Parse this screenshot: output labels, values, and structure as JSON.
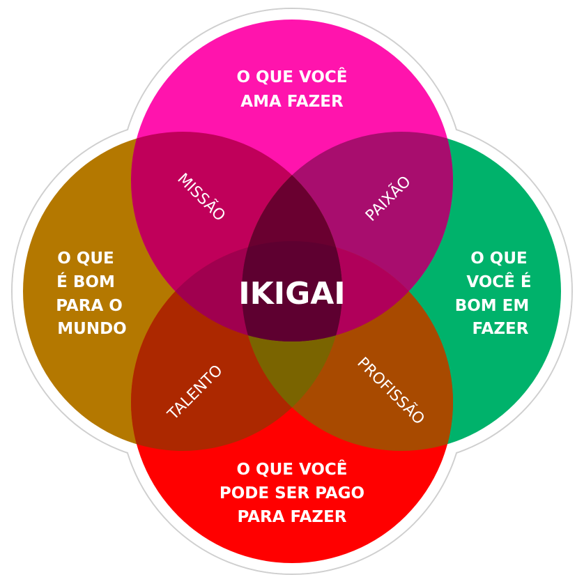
{
  "colors": {
    "love": "#ff14ad",
    "world": "#b47800",
    "good": "#00b26b",
    "paid": "#ff0000",
    "missao": "#c0005a",
    "paixao": "#a80d6e",
    "talento": "#ac2800",
    "profissao": "#a84a00",
    "center": "#5e0030"
  },
  "circles": {
    "love": [
      "O QUE VOCÊ",
      "AMA FAZER"
    ],
    "world": [
      "O QUE",
      "É BOM",
      "PARA O",
      "MUNDO"
    ],
    "good": [
      "O QUE",
      "VOCÊ É",
      "BOM EM",
      "FAZER"
    ],
    "paid": [
      "O QUE VOCÊ",
      "PODE SER PAGO",
      "PARA FAZER"
    ]
  },
  "overlaps": {
    "missao": "MISSÃO",
    "paixao": "PAIXÃO",
    "talento": "TALENTO",
    "profissao": "PROFISSÃO"
  },
  "center": "IKIGAI"
}
